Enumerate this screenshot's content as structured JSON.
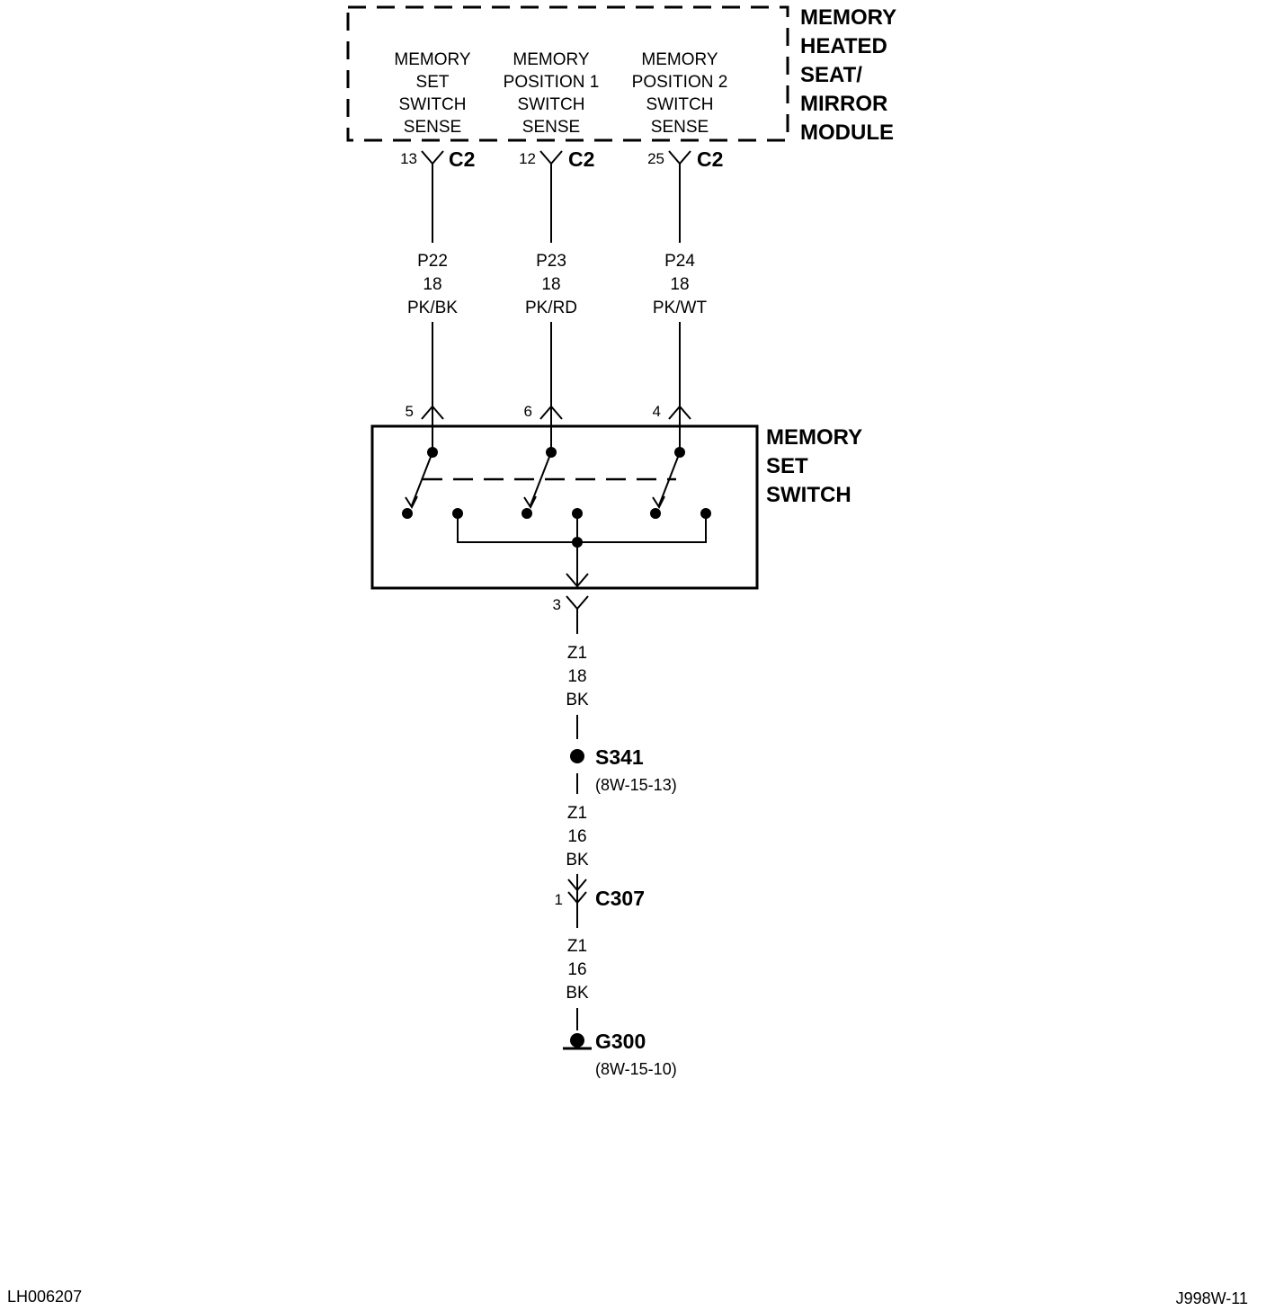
{
  "module": {
    "name_lines": [
      "MEMORY",
      "HEATED",
      "SEAT/",
      "MIRROR",
      "MODULE"
    ],
    "sense_circuits": [
      {
        "lines": [
          "MEMORY",
          "SET",
          "SWITCH",
          "SENSE"
        ],
        "pin": "13",
        "connector": "C2"
      },
      {
        "lines": [
          "MEMORY",
          "POSITION 1",
          "SWITCH",
          "SENSE"
        ],
        "pin": "12",
        "connector": "C2"
      },
      {
        "lines": [
          "MEMORY",
          "POSITION 2",
          "SWITCH",
          "SENSE"
        ],
        "pin": "25",
        "connector": "C2"
      }
    ]
  },
  "wires": [
    {
      "circuit": "P22",
      "gauge": "18",
      "color": "PK/BK"
    },
    {
      "circuit": "P23",
      "gauge": "18",
      "color": "PK/RD"
    },
    {
      "circuit": "P24",
      "gauge": "18",
      "color": "PK/WT"
    }
  ],
  "switch": {
    "name_lines": [
      "MEMORY",
      "SET",
      "SWITCH"
    ],
    "input_pins": [
      "5",
      "6",
      "4"
    ],
    "output_pin": "3"
  },
  "ground_path": {
    "wire1": {
      "circuit": "Z1",
      "gauge": "18",
      "color": "BK"
    },
    "splice": {
      "id": "S341",
      "ref": "(8W-15-13)"
    },
    "wire2": {
      "circuit": "Z1",
      "gauge": "16",
      "color": "BK"
    },
    "connector": {
      "pin": "1",
      "id": "C307"
    },
    "wire3": {
      "circuit": "Z1",
      "gauge": "16",
      "color": "BK"
    },
    "ground": {
      "id": "G300",
      "ref": "(8W-15-10)"
    }
  },
  "footer": {
    "left_code": "LH006207",
    "right_code": "J998W-11"
  }
}
